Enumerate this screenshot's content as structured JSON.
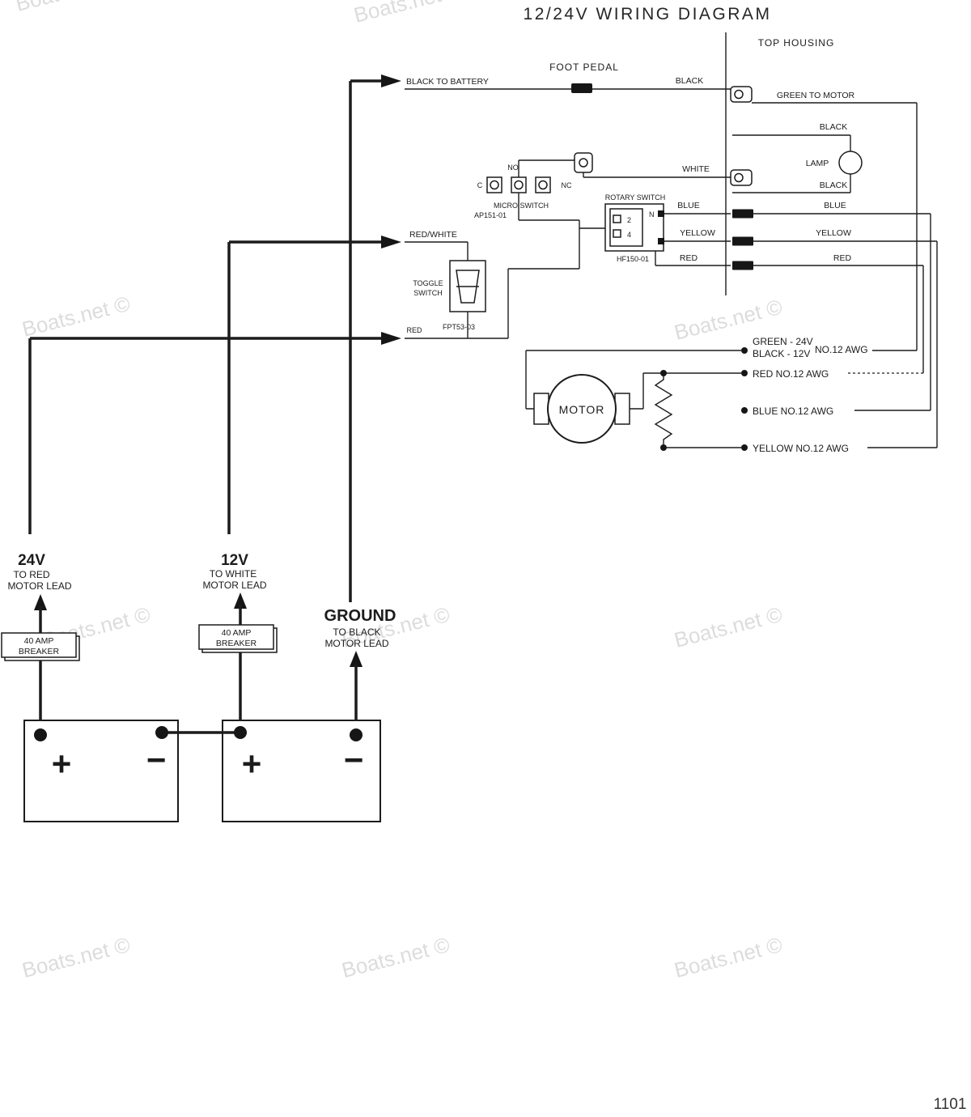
{
  "title": "12/24V WIRING DIAGRAM",
  "watermark": {
    "text": "Boats.net ©"
  },
  "page_number": "1101",
  "colors": {
    "ink": "#1c1c1c",
    "watermark": "#c6c6c6",
    "background": "#ffffff"
  },
  "labels": {
    "top_housing": "TOP HOUSING",
    "foot_pedal": "FOOT PEDAL",
    "black_to_battery": "BLACK TO BATTERY",
    "black_pedal": "BLACK",
    "green_to_motor": "GREEN TO MOTOR",
    "black_lamp_top": "BLACK",
    "lamp": "LAMP",
    "black_lamp_bottom": "BLACK",
    "white": "WHITE",
    "micro_no": "NO",
    "micro_c": "C",
    "micro_nc": "NC",
    "micro_switch": "MICRO SWITCH",
    "micro_part": "AP151-01",
    "rotary_switch": "ROTARY SWITCH",
    "rotary_part": "HF150-01",
    "rotary_n": "N",
    "rotary_2": "2",
    "rotary_4": "4",
    "blue_left": "BLUE",
    "blue_right": "BLUE",
    "yellow_left": "YELLOW",
    "yellow_right": "YELLOW",
    "red_left": "RED",
    "red_right": "RED",
    "red_white": "RED/WHITE",
    "toggle_line1": "TOGGLE",
    "toggle_line2": "SWITCH",
    "toggle_red": "RED",
    "toggle_part": "FPT53-03",
    "green_24v": "GREEN - 24V",
    "black_12v": "BLACK - 12V",
    "awg_gauge": "NO.12 AWG",
    "red_awg": "RED NO.12 AWG",
    "blue_awg": "BLUE NO.12 AWG",
    "yellow_awg": "YELLOW NO.12 AWG",
    "motor": "MOTOR",
    "v24": "24V",
    "v24_to": "TO RED",
    "v24_lead": "MOTOR LEAD",
    "v12": "12V",
    "v12_to": "TO WHITE",
    "v12_lead": "MOTOR LEAD",
    "ground": "GROUND",
    "ground_to": "TO BLACK",
    "ground_lead": "MOTOR LEAD",
    "breaker_line1": "40 AMP",
    "breaker_line2": "BREAKER",
    "battery_plus": "+",
    "battery_minus": "−"
  }
}
